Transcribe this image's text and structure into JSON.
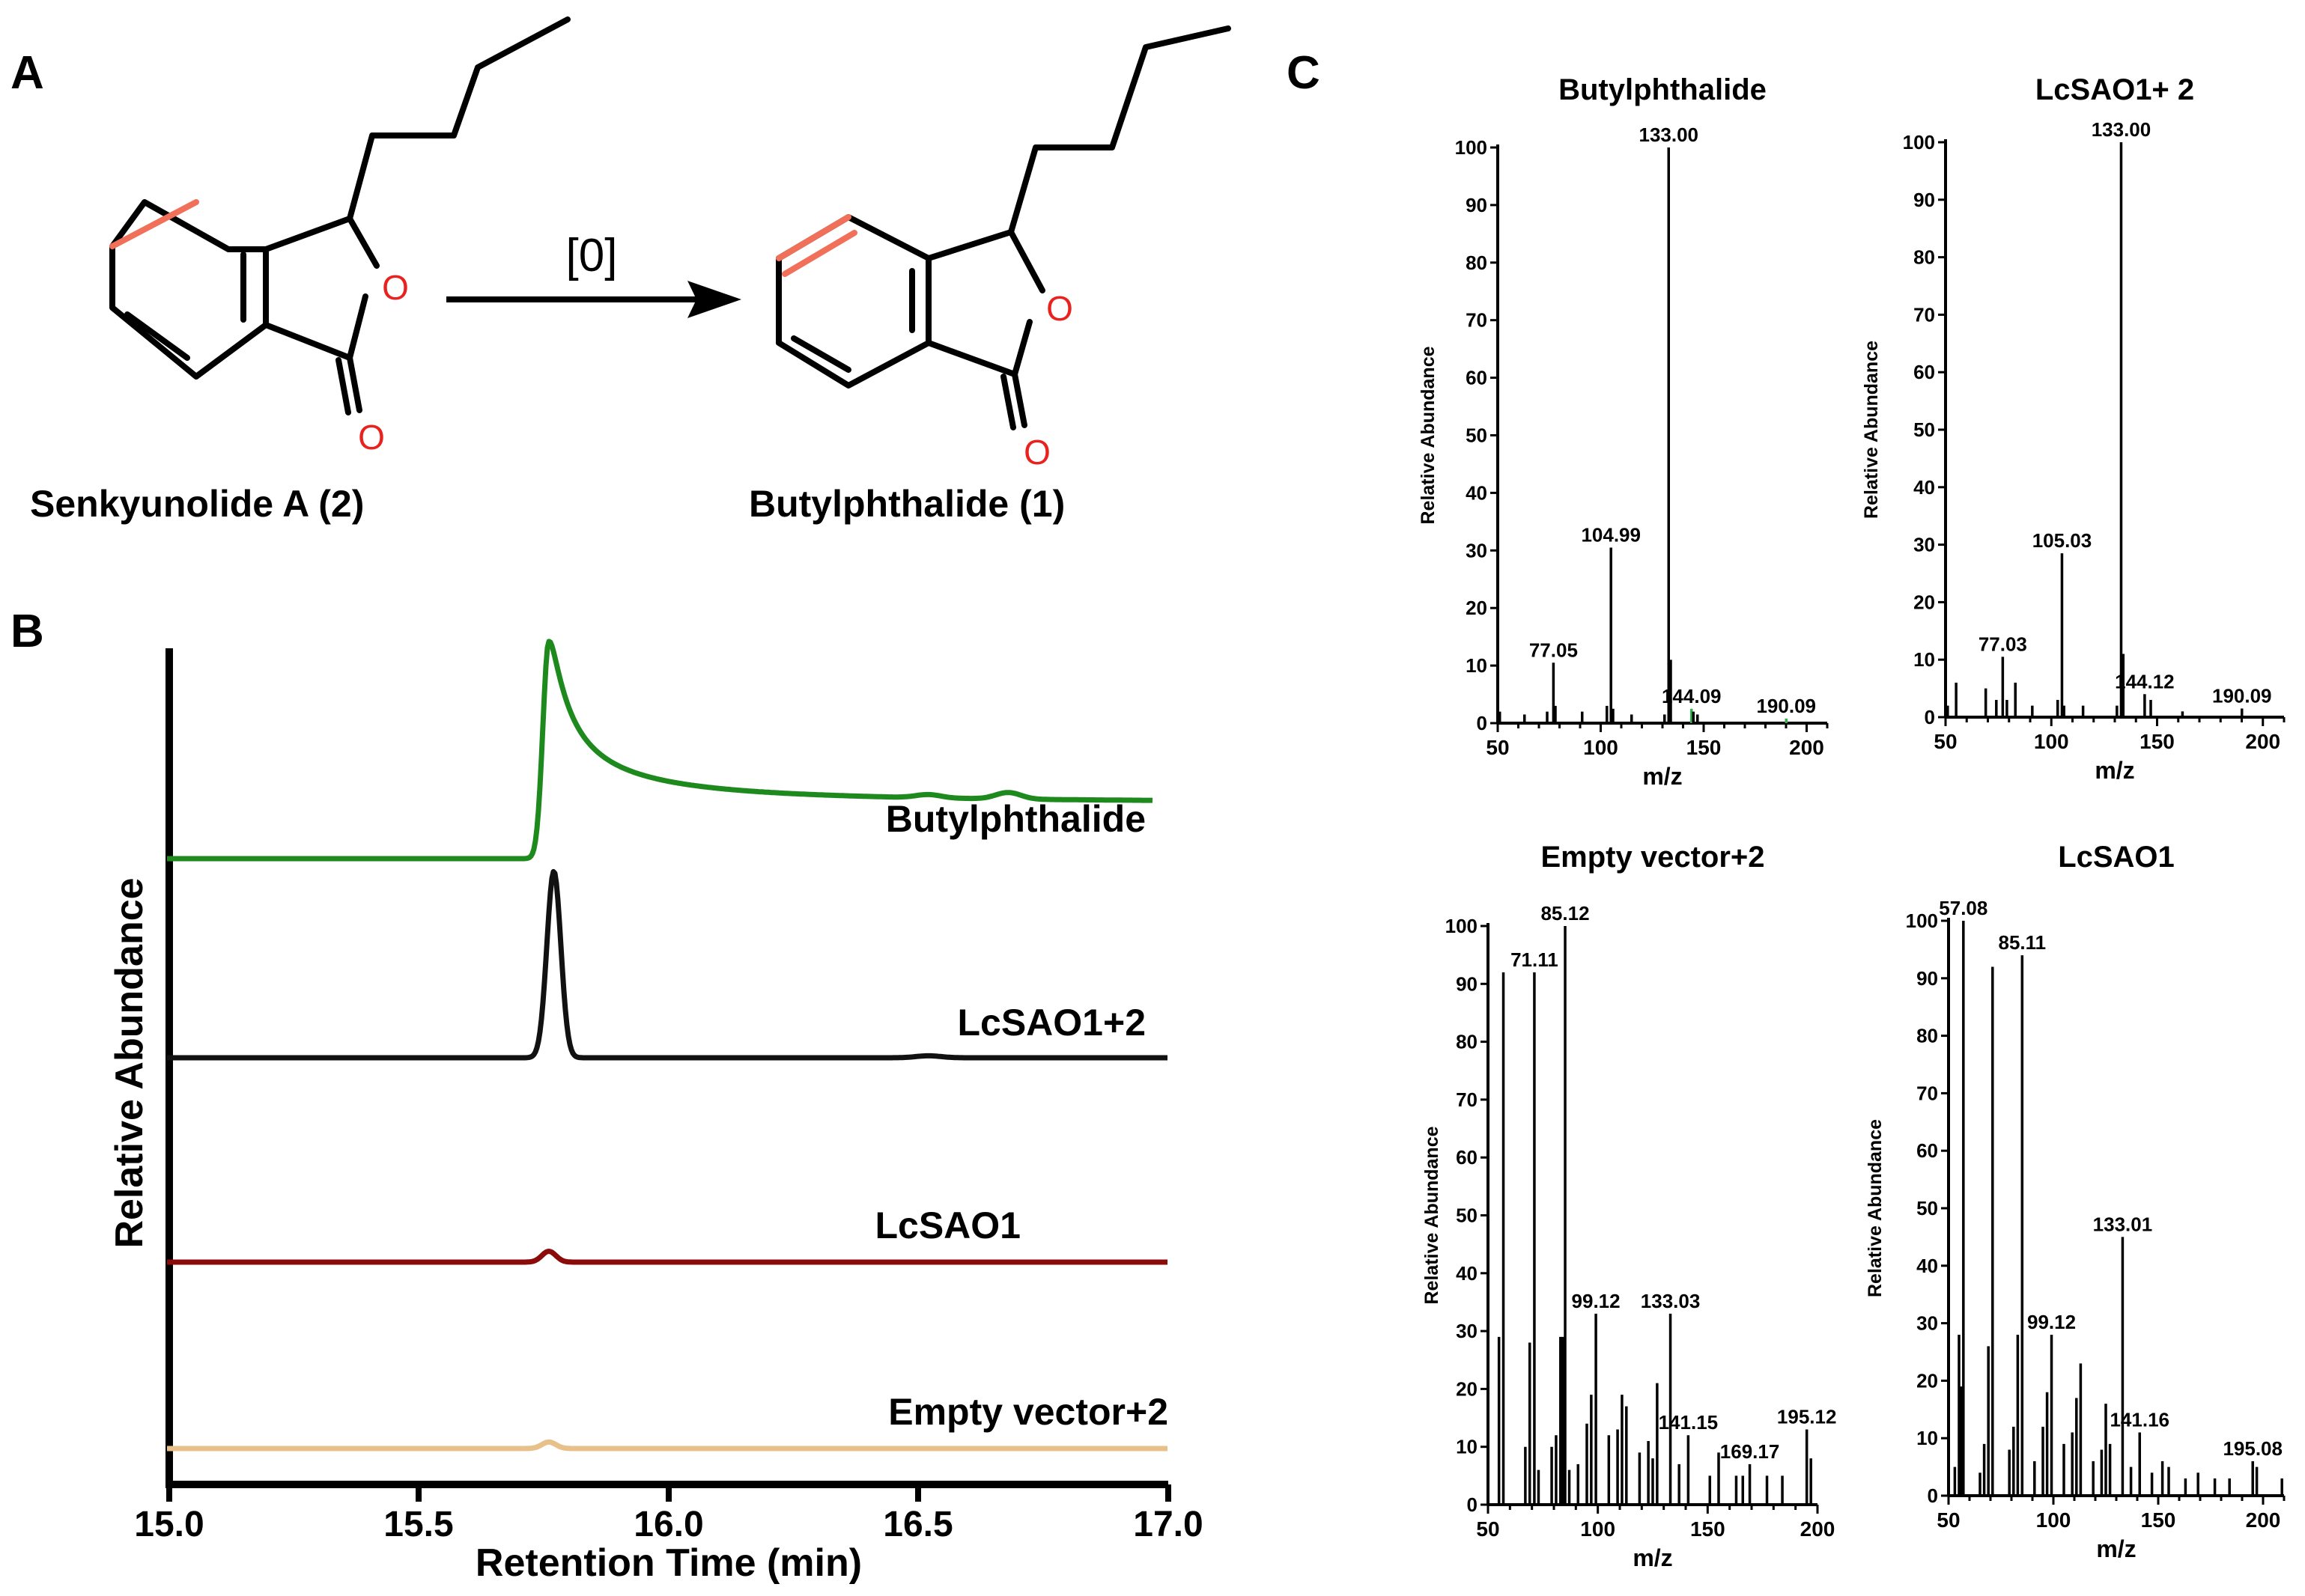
{
  "panels": {
    "a": "A",
    "b": "B",
    "c": "C"
  },
  "reaction": {
    "reagent": "[0]",
    "reactant": "Senkyunolide A (2)",
    "product": "Butylphthalide (1)",
    "atom_o": "O",
    "highlight_color": "#f0705a"
  },
  "chromatogram": {
    "xlabel": "Retention Time (min)",
    "ylabel": "Relative Abundance",
    "xticks": [
      "15.0",
      "15.5",
      "16.0",
      "16.5",
      "17.0"
    ]
  },
  "ms_common": {
    "ylabel": "Relative Abundance",
    "xlabel": "m/z"
  },
  "chart_data": [
    {
      "type": "line",
      "title": "",
      "xlabel": "Retention Time (min)",
      "ylabel": "Relative Abundance",
      "xlim": [
        15.0,
        17.0
      ],
      "series": [
        {
          "name": "Butylphthalide",
          "color": "#1e8a1e",
          "peak_rt": 15.76,
          "peak_rel": 1.0,
          "tail": true,
          "minor_peaks": [
            [
              16.52,
              0.015
            ],
            [
              16.68,
              0.03
            ]
          ]
        },
        {
          "name": "LcSAO1+2",
          "color": "#111111",
          "peak_rt": 15.77,
          "peak_rel": 0.94,
          "tail": false,
          "minor_peaks": [
            [
              16.52,
              0.01
            ]
          ]
        },
        {
          "name": "LcSAO1",
          "color": "#8b0a0a",
          "peak_rt": 15.76,
          "peak_rel": 0.05,
          "tail": false,
          "minor_peaks": []
        },
        {
          "name": "Empty vector+2",
          "color": "#e8c08a",
          "peak_rt": 15.76,
          "peak_rel": 0.03,
          "tail": false,
          "minor_peaks": []
        }
      ]
    },
    {
      "type": "bar",
      "title": "Butylphthalide",
      "xlabel": "m/z",
      "ylabel": "Relative Abundance",
      "xlim": [
        50,
        210
      ],
      "ylim": [
        0,
        100
      ],
      "xticks": [
        50,
        100,
        150,
        200
      ],
      "yticks": [
        0,
        10,
        20,
        30,
        40,
        50,
        60,
        70,
        80,
        90,
        100
      ],
      "peaks": [
        [
          51,
          2
        ],
        [
          63,
          1.5
        ],
        [
          74,
          2
        ],
        [
          77.05,
          10.5
        ],
        [
          78,
          3
        ],
        [
          91,
          2
        ],
        [
          103,
          3
        ],
        [
          104.99,
          30.5
        ],
        [
          106,
          2.5
        ],
        [
          115,
          1.5
        ],
        [
          131,
          1.5
        ],
        [
          133.0,
          100
        ],
        [
          134,
          11
        ],
        [
          144.09,
          2.5
        ],
        [
          145,
          2
        ],
        [
          147,
          1.5
        ],
        [
          190.09,
          0.8
        ]
      ],
      "labels": [
        [
          77.05,
          "77.05"
        ],
        [
          104.99,
          "104.99"
        ],
        [
          133.0,
          "133.00"
        ],
        [
          144.09,
          "144.09"
        ],
        [
          190.09,
          "190.09"
        ]
      ],
      "highlight_peaks": [
        144.09,
        190.09
      ],
      "highlight_color": "#2fb34a"
    },
    {
      "type": "bar",
      "title": "LcSAO1+ 2",
      "xlabel": "m/z",
      "ylabel": "Relative Abundance",
      "xlim": [
        50,
        210
      ],
      "ylim": [
        0,
        100
      ],
      "xticks": [
        50,
        100,
        150,
        200
      ],
      "yticks": [
        0,
        10,
        20,
        30,
        40,
        50,
        60,
        70,
        80,
        90,
        100
      ],
      "peaks": [
        [
          51,
          2
        ],
        [
          55,
          6
        ],
        [
          69,
          5
        ],
        [
          74,
          3
        ],
        [
          77.03,
          10.5
        ],
        [
          79,
          3
        ],
        [
          83,
          6
        ],
        [
          91,
          2
        ],
        [
          103,
          3
        ],
        [
          105.03,
          28.5
        ],
        [
          106,
          2
        ],
        [
          115,
          2
        ],
        [
          131,
          2
        ],
        [
          133.0,
          100
        ],
        [
          134,
          11
        ],
        [
          144.12,
          4
        ],
        [
          147,
          3
        ],
        [
          162,
          1
        ],
        [
          190.09,
          1.5
        ]
      ],
      "labels": [
        [
          77.03,
          "77.03"
        ],
        [
          105.03,
          "105.03"
        ],
        [
          133.0,
          "133.00"
        ],
        [
          144.12,
          "144.12"
        ],
        [
          190.09,
          "190.09"
        ]
      ],
      "highlight_peaks": [],
      "highlight_color": "#2fb34a"
    },
    {
      "type": "bar",
      "title": "Empty vector+2",
      "xlabel": "m/z",
      "ylabel": "Relative Abundance",
      "xlim": [
        50,
        200
      ],
      "ylim": [
        0,
        100
      ],
      "xticks": [
        50,
        100,
        150,
        200
      ],
      "yticks": [
        0,
        10,
        20,
        30,
        40,
        50,
        60,
        70,
        80,
        90,
        100
      ],
      "peaks": [
        [
          55,
          29
        ],
        [
          57,
          92
        ],
        [
          67,
          10
        ],
        [
          69,
          28
        ],
        [
          71.11,
          92
        ],
        [
          73,
          6
        ],
        [
          79,
          10
        ],
        [
          81,
          12
        ],
        [
          83,
          29
        ],
        [
          84,
          29
        ],
        [
          85.12,
          100
        ],
        [
          87,
          6
        ],
        [
          91,
          7
        ],
        [
          95,
          14
        ],
        [
          97,
          19
        ],
        [
          99.12,
          33
        ],
        [
          105,
          12
        ],
        [
          109,
          13
        ],
        [
          111,
          19
        ],
        [
          113,
          17
        ],
        [
          119,
          9
        ],
        [
          123,
          11
        ],
        [
          125,
          8
        ],
        [
          127,
          21
        ],
        [
          133.03,
          33
        ],
        [
          137,
          7
        ],
        [
          141.15,
          12
        ],
        [
          151,
          5
        ],
        [
          155,
          9
        ],
        [
          163,
          5
        ],
        [
          166,
          5
        ],
        [
          169.17,
          7
        ],
        [
          177,
          5
        ],
        [
          184,
          5
        ],
        [
          195.12,
          13
        ],
        [
          197,
          8
        ]
      ],
      "labels": [
        [
          71.11,
          "71.11"
        ],
        [
          85.12,
          "85.12"
        ],
        [
          99.12,
          "99.12"
        ],
        [
          133.03,
          "133.03"
        ],
        [
          141.15,
          "141.15"
        ],
        [
          169.17,
          "169.17"
        ],
        [
          195.12,
          "195.12"
        ]
      ],
      "highlight_peaks": [],
      "highlight_color": "#2fb34a"
    },
    {
      "type": "bar",
      "title": "LcSAO1",
      "xlabel": "m/z",
      "ylabel": "Relative Abundance",
      "xlim": [
        50,
        210
      ],
      "ylim": [
        0,
        100
      ],
      "xticks": [
        50,
        100,
        150,
        200
      ],
      "yticks": [
        0,
        10,
        20,
        30,
        40,
        50,
        60,
        70,
        80,
        90,
        100
      ],
      "peaks": [
        [
          53,
          5
        ],
        [
          55,
          28
        ],
        [
          56,
          19
        ],
        [
          57.08,
          100
        ],
        [
          65,
          4
        ],
        [
          67,
          9
        ],
        [
          69,
          26
        ],
        [
          71,
          92
        ],
        [
          79,
          8
        ],
        [
          81,
          12
        ],
        [
          83,
          28
        ],
        [
          85.11,
          94
        ],
        [
          91,
          6
        ],
        [
          95,
          12
        ],
        [
          97,
          18
        ],
        [
          99.12,
          28
        ],
        [
          105,
          9
        ],
        [
          109,
          11
        ],
        [
          111,
          17
        ],
        [
          113,
          23
        ],
        [
          119,
          6
        ],
        [
          123,
          8
        ],
        [
          125,
          16
        ],
        [
          127,
          9
        ],
        [
          133.01,
          45
        ],
        [
          137,
          5
        ],
        [
          141.16,
          11
        ],
        [
          147,
          4
        ],
        [
          152,
          6
        ],
        [
          155,
          5
        ],
        [
          163,
          3
        ],
        [
          169,
          4
        ],
        [
          177,
          3
        ],
        [
          184,
          3
        ],
        [
          195.08,
          6
        ],
        [
          197,
          5
        ],
        [
          209,
          3
        ]
      ],
      "labels": [
        [
          57.08,
          "57.08"
        ],
        [
          85.11,
          "85.11"
        ],
        [
          99.12,
          "99.12"
        ],
        [
          133.01,
          "133.01"
        ],
        [
          141.16,
          "141.16"
        ],
        [
          195.08,
          "195.08"
        ]
      ],
      "highlight_peaks": [],
      "highlight_color": "#2fb34a"
    }
  ]
}
